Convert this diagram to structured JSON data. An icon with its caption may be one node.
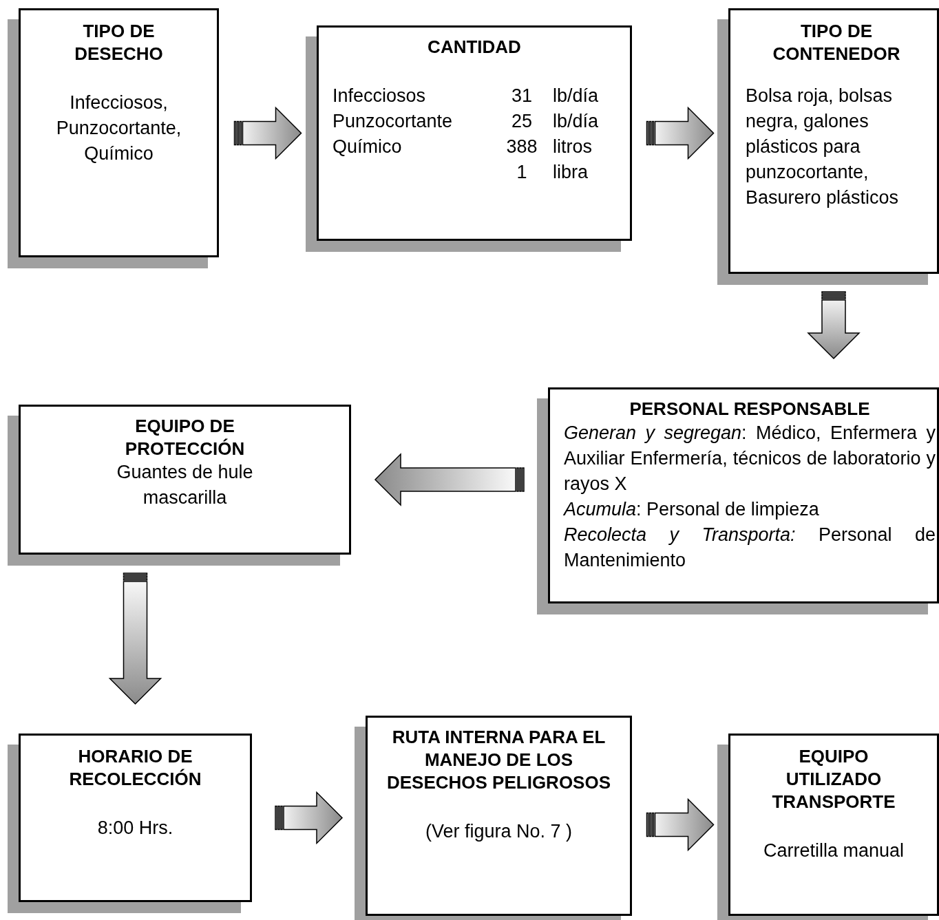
{
  "diagram": {
    "nodes": [
      {
        "text": [
          "TIPO DE DESECHO",
          "Infecciosos, Punzocortante, Químico"
        ]
      },
      {
        "text": [
          "CANTIDAD",
          "Infecciosos",
          "31",
          "lb/día",
          "Punzocortante",
          "25",
          "lb/día",
          "Químico",
          "388",
          "litros",
          "1",
          "libra"
        ]
      },
      {
        "text": [
          "TIPO DE CONTENEDOR",
          "Bolsa roja, bolsas negra, galones plásticos para punzocortante, Basurero plásticos"
        ]
      },
      {
        "text": [
          "PERSONAL RESPONSABLE",
          "*Generan y segregan*: Médico, Enfermera y Auxiliar Enfermería, técnicos de laboratorio y rayos X",
          "*Acumula*: Personal de limpieza",
          "*Recolecta y Transporta:* Personal de Mantenimiento"
        ]
      },
      {
        "text": [
          "EQUIPO DE PROTECCIÓN",
          "Guantes de hule mascarilla"
        ]
      },
      {
        "text": [
          "HORARIO DE RECOLECCIÓN",
          "8:00 Hrs."
        ]
      },
      {
        "text": [
          "RUTA INTERNA PARA EL MANEJO DE LOS DESECHOS PELIGROSOS",
          "(Ver figura No. 7 )"
        ]
      },
      {
        "text": [
          "EQUIPO UTILIZADO TRANSPORTE",
          "Carretilla manual"
        ]
      }
    ],
    "edges": [
      {
        "from": 0,
        "to": 1,
        "arrow": "to"
      },
      {
        "from": 1,
        "to": 2,
        "arrow": "to"
      },
      {
        "from": 2,
        "to": 3,
        "arrow": "to"
      },
      {
        "from": 3,
        "to": 4,
        "arrow": "to"
      },
      {
        "from": 4,
        "to": 5,
        "arrow": "to"
      },
      {
        "from": 5,
        "to": 6,
        "arrow": "to"
      },
      {
        "from": 6,
        "to": 7,
        "arrow": "to"
      }
    ]
  }
}
